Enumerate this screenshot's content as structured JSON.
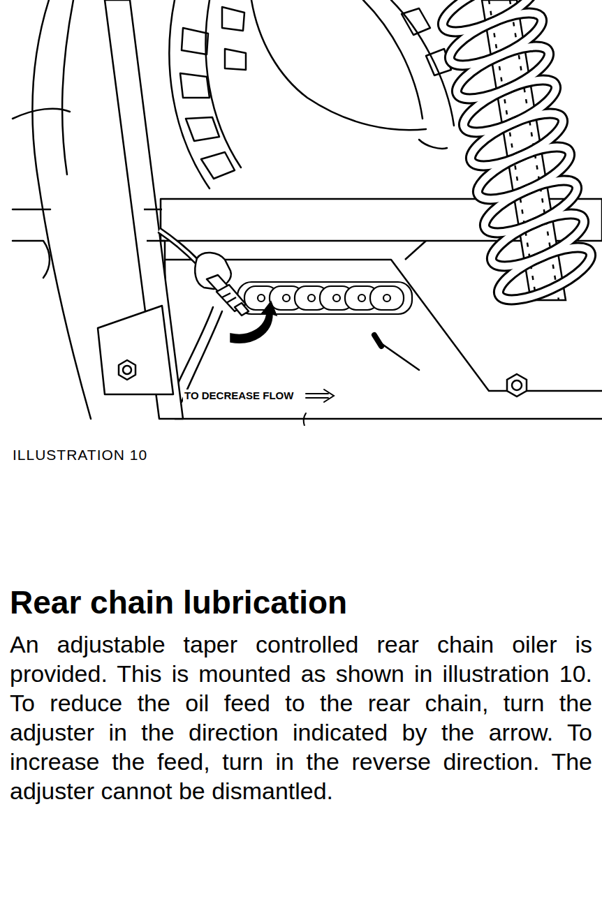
{
  "diagram": {
    "title": "Rear chain lubrication",
    "caption": "ILLUSTRATION 10",
    "labels": [
      "TO DECREASE FLOW",
      "An adjustable taper controlled rear chain oiler is provided. This is mounted as shown in illustration 10. To reduce the oil feed to the rear chain, turn the adjuster in the direction indicated by the arrow. To increase the feed, turn in the reverse direction. The adjuster cannot be dismantled."
    ]
  }
}
